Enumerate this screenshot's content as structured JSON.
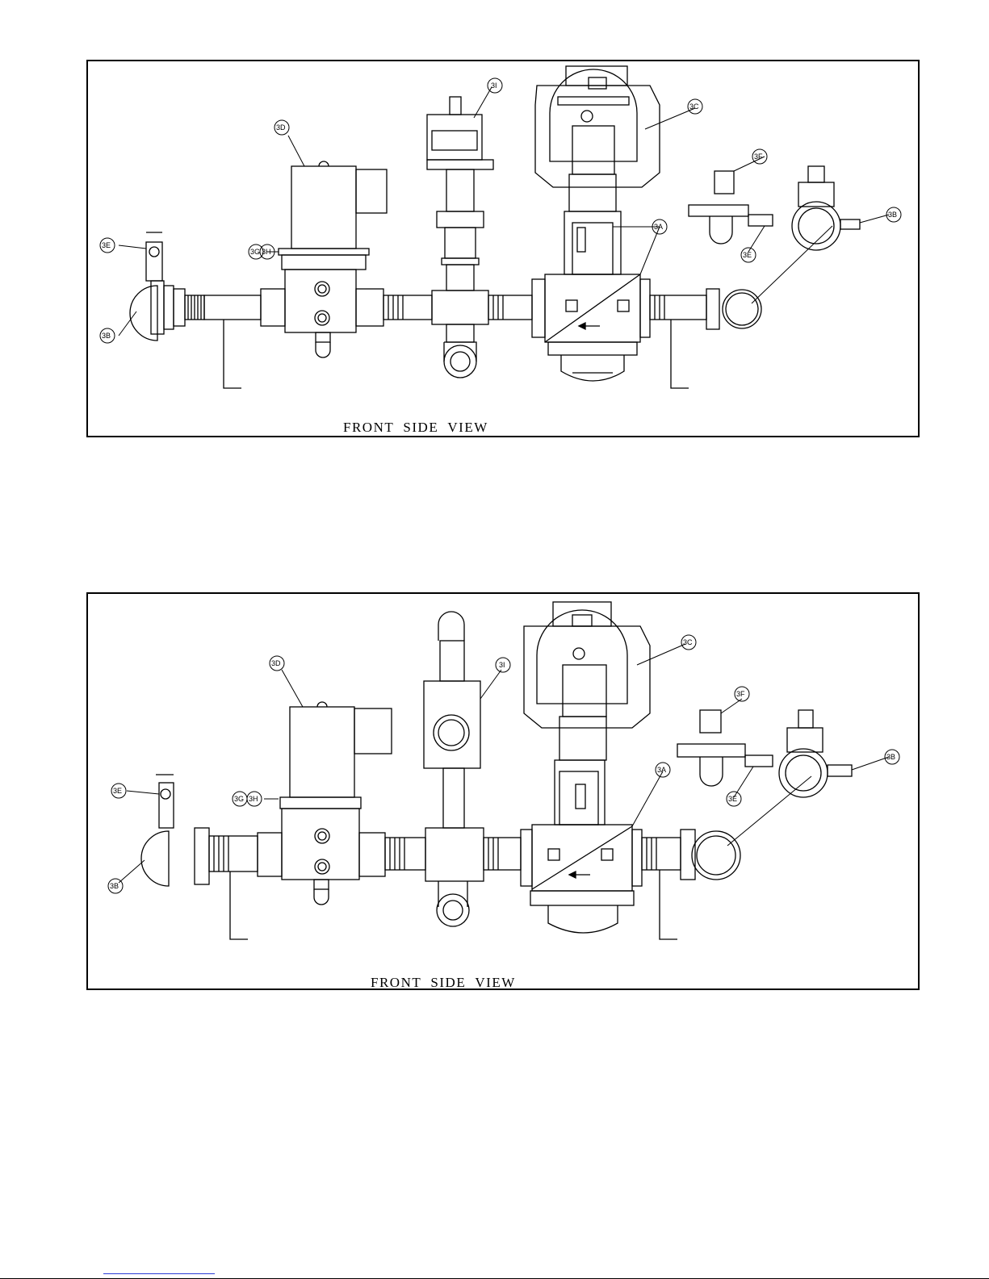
{
  "figures": [
    {
      "title": "FRONT  SIDE  VIEW",
      "callouts": {
        "A": "3A",
        "B_right": "3B",
        "B_left": "3B",
        "C": "3C",
        "D": "3D",
        "E_left": "3E",
        "E_right": "3E",
        "F": "3F",
        "G": "3G",
        "H": "3H",
        "I": "3I"
      }
    },
    {
      "title": "FRONT  SIDE  VIEW",
      "callouts": {
        "A": "3A",
        "B_right": "3B",
        "B_left": "3B",
        "C": "3C",
        "D": "3D",
        "E_left": "3E",
        "E_right": "3E",
        "F": "3F",
        "G": "3G",
        "H": "3H",
        "I": "3I"
      }
    }
  ]
}
